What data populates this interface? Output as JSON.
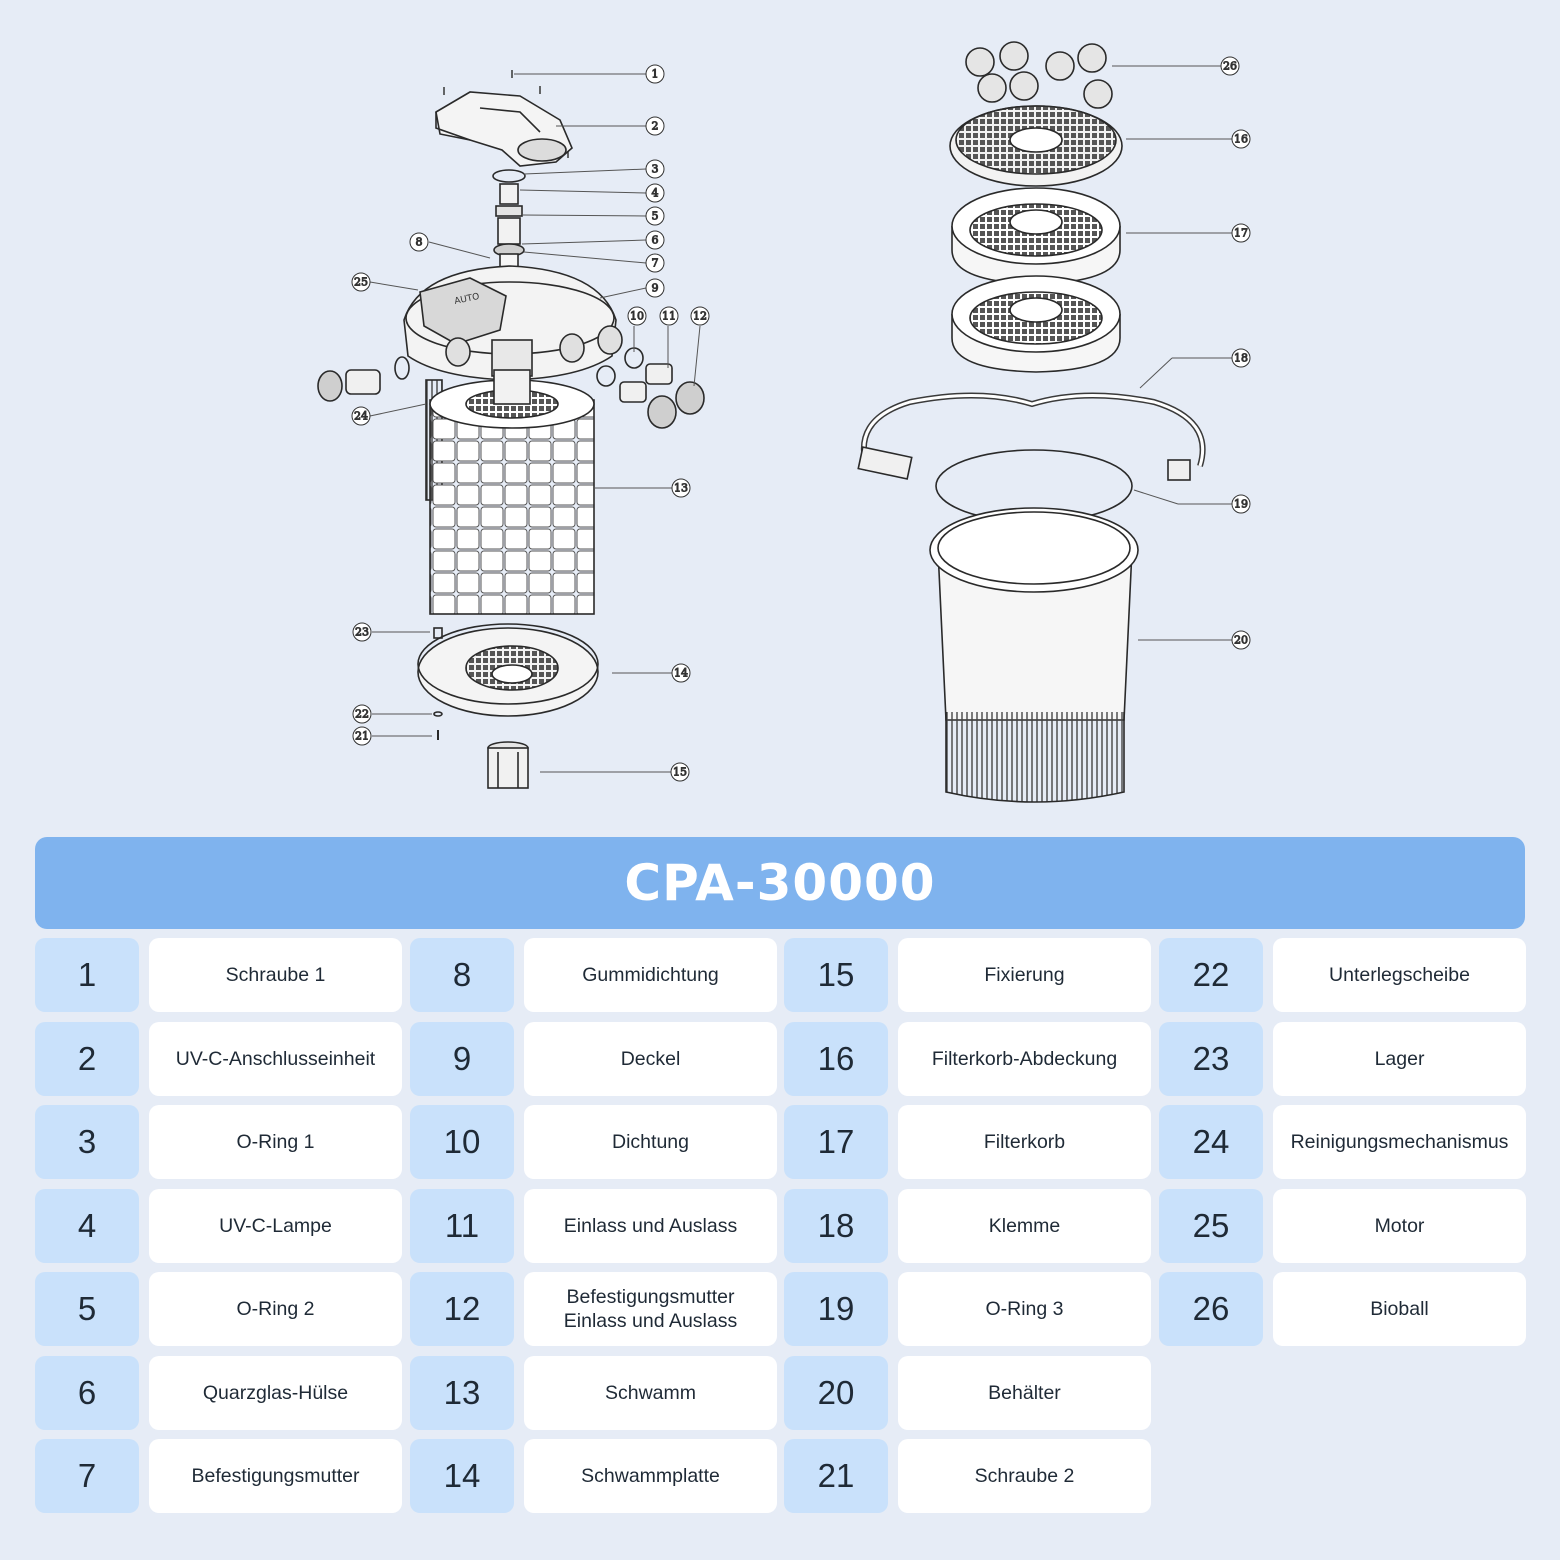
{
  "title": "CPA-30000",
  "callouts": [
    "1",
    "2",
    "3",
    "4",
    "5",
    "6",
    "7",
    "8",
    "9",
    "10",
    "11",
    "12",
    "13",
    "14",
    "15",
    "16",
    "17",
    "18",
    "19",
    "20",
    "21",
    "22",
    "23",
    "24",
    "25",
    "26"
  ],
  "diagram_text": {
    "motor_label": "AUTO"
  },
  "colors": {
    "background": "#e6ecf6",
    "title_bar": "#7fb3ee",
    "number_cell": "#c9e1fb",
    "name_cell": "#ffffff"
  },
  "parts": [
    {
      "num": "1",
      "name": "Schraube 1"
    },
    {
      "num": "2",
      "name": "UV-C-Anschlusseinheit"
    },
    {
      "num": "3",
      "name": "O-Ring 1"
    },
    {
      "num": "4",
      "name": "UV-C-Lampe"
    },
    {
      "num": "5",
      "name": "O-Ring 2"
    },
    {
      "num": "6",
      "name": "Quarzglas-Hülse"
    },
    {
      "num": "7",
      "name": "Befestigungsmutter"
    },
    {
      "num": "8",
      "name": "Gummidichtung"
    },
    {
      "num": "9",
      "name": "Deckel"
    },
    {
      "num": "10",
      "name": "Dichtung"
    },
    {
      "num": "11",
      "name": "Einlass und Auslass"
    },
    {
      "num": "12",
      "name": "Befestigungsmutter\nEinlass und Auslass"
    },
    {
      "num": "13",
      "name": "Schwamm"
    },
    {
      "num": "14",
      "name": "Schwammplatte"
    },
    {
      "num": "15",
      "name": "Fixierung"
    },
    {
      "num": "16",
      "name": "Filterkorb-Abdeckung"
    },
    {
      "num": "17",
      "name": "Filterkorb"
    },
    {
      "num": "18",
      "name": "Klemme"
    },
    {
      "num": "19",
      "name": "O-Ring 3"
    },
    {
      "num": "20",
      "name": "Behälter"
    },
    {
      "num": "21",
      "name": "Schraube 2"
    },
    {
      "num": "22",
      "name": "Unterlegscheibe"
    },
    {
      "num": "23",
      "name": "Lager"
    },
    {
      "num": "24",
      "name": "Reinigungsmechanismus"
    },
    {
      "num": "25",
      "name": "Motor"
    },
    {
      "num": "26",
      "name": "Bioball"
    }
  ]
}
